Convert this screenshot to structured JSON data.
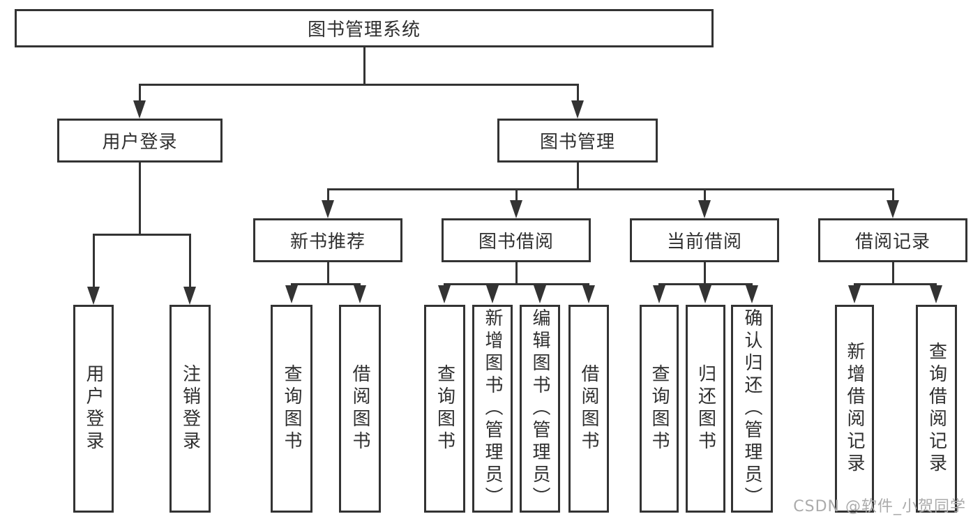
{
  "colors": {
    "line": "#333333",
    "border": "#333333",
    "text": "#2f2f2f",
    "background": "#ffffff",
    "watermark": "#ababab"
  },
  "tree": {
    "root": {
      "label": "图书管理系统",
      "children": [
        {
          "label": "用户登录",
          "children": [
            {
              "label": "用户登录"
            },
            {
              "label": "注销登录"
            }
          ]
        },
        {
          "label": "图书管理",
          "children": [
            {
              "label": "新书推荐",
              "children": [
                {
                  "label": "查询图书"
                },
                {
                  "label": "借阅图书"
                }
              ]
            },
            {
              "label": "图书借阅",
              "children": [
                {
                  "label": "查询图书"
                },
                {
                  "label": "新增图书（管理员）"
                },
                {
                  "label": "编辑图书（管理员）"
                },
                {
                  "label": "借阅图书"
                }
              ]
            },
            {
              "label": "当前借阅",
              "children": [
                {
                  "label": "查询图书"
                },
                {
                  "label": "归还图书"
                },
                {
                  "label": "确认归还（管理员）"
                }
              ]
            },
            {
              "label": "借阅记录",
              "children": [
                {
                  "label": "新增借阅记录"
                },
                {
                  "label": "查询借阅记录"
                }
              ]
            }
          ]
        }
      ]
    }
  },
  "watermark": {
    "text": "CSDN @软件_小贺同学"
  }
}
